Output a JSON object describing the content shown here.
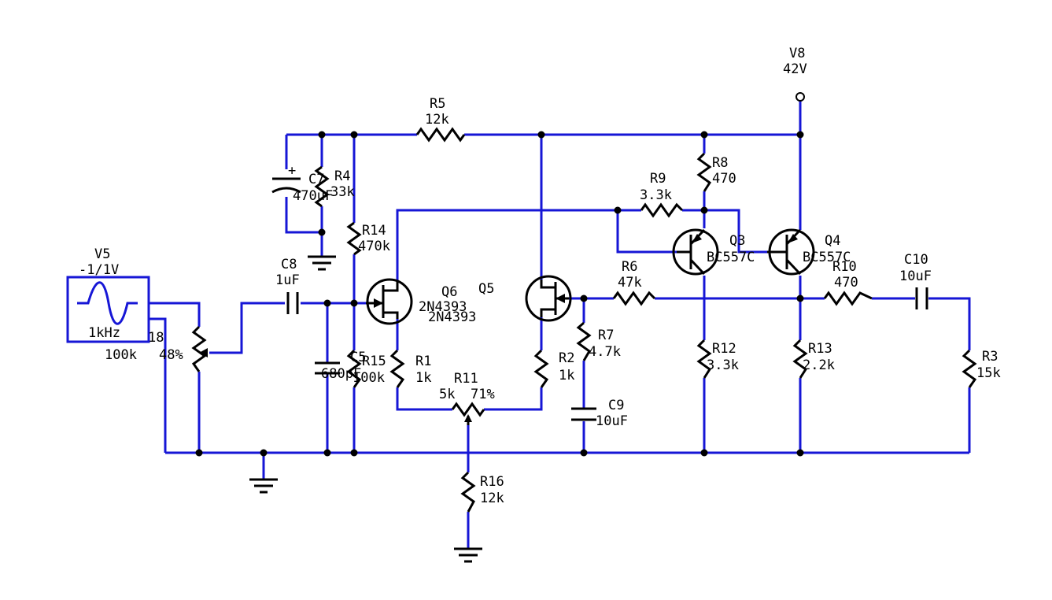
{
  "colors": {
    "wire": "#1616d6",
    "component": "#000000",
    "background": "#ffffff"
  },
  "components": {
    "V8": {
      "name": "V8",
      "value": "42V"
    },
    "V5": {
      "name": "V5",
      "value": "-1/1V",
      "freq": "1kHz"
    },
    "R5": {
      "name": "R5",
      "value": "12k"
    },
    "C7": {
      "name": "C7",
      "value": "470uF"
    },
    "R4": {
      "name": "R4",
      "value": "33k"
    },
    "R14": {
      "name": "R14",
      "value": "470k"
    },
    "C8": {
      "name": "C8",
      "value": "1uF"
    },
    "R18": {
      "name": "18",
      "value": "100k",
      "setting": "48%"
    },
    "C5": {
      "name": "C5",
      "value": "680pF"
    },
    "R15": {
      "name": "R15",
      "value": "100k"
    },
    "Q6": {
      "name": "Q6",
      "value": "2N4393"
    },
    "Q5": {
      "name": "Q5",
      "value": "2N4393"
    },
    "R1": {
      "name": "R1",
      "value": "1k"
    },
    "R11": {
      "name": "R11",
      "value": "5k",
      "setting": "71%"
    },
    "R2": {
      "name": "R2",
      "value": "1k"
    },
    "R16": {
      "name": "R16",
      "value": "12k"
    },
    "R7": {
      "name": "R7",
      "value": "4.7k"
    },
    "C9": {
      "name": "C9",
      "value": "10uF"
    },
    "R9": {
      "name": "R9",
      "value": "3.3k"
    },
    "R8": {
      "name": "R8",
      "value": "470"
    },
    "R6": {
      "name": "R6",
      "value": "47k"
    },
    "Q3": {
      "name": "Q3",
      "value": "BC557C"
    },
    "Q4": {
      "name": "Q4",
      "value": "BC557C"
    },
    "R12": {
      "name": "R12",
      "value": "3.3k"
    },
    "R13": {
      "name": "R13",
      "value": "2.2k"
    },
    "R10": {
      "name": "R10",
      "value": "470"
    },
    "C10": {
      "name": "C10",
      "value": "10uF"
    },
    "R3": {
      "name": "R3",
      "value": "15k"
    },
    "C7_polarity": "+"
  }
}
